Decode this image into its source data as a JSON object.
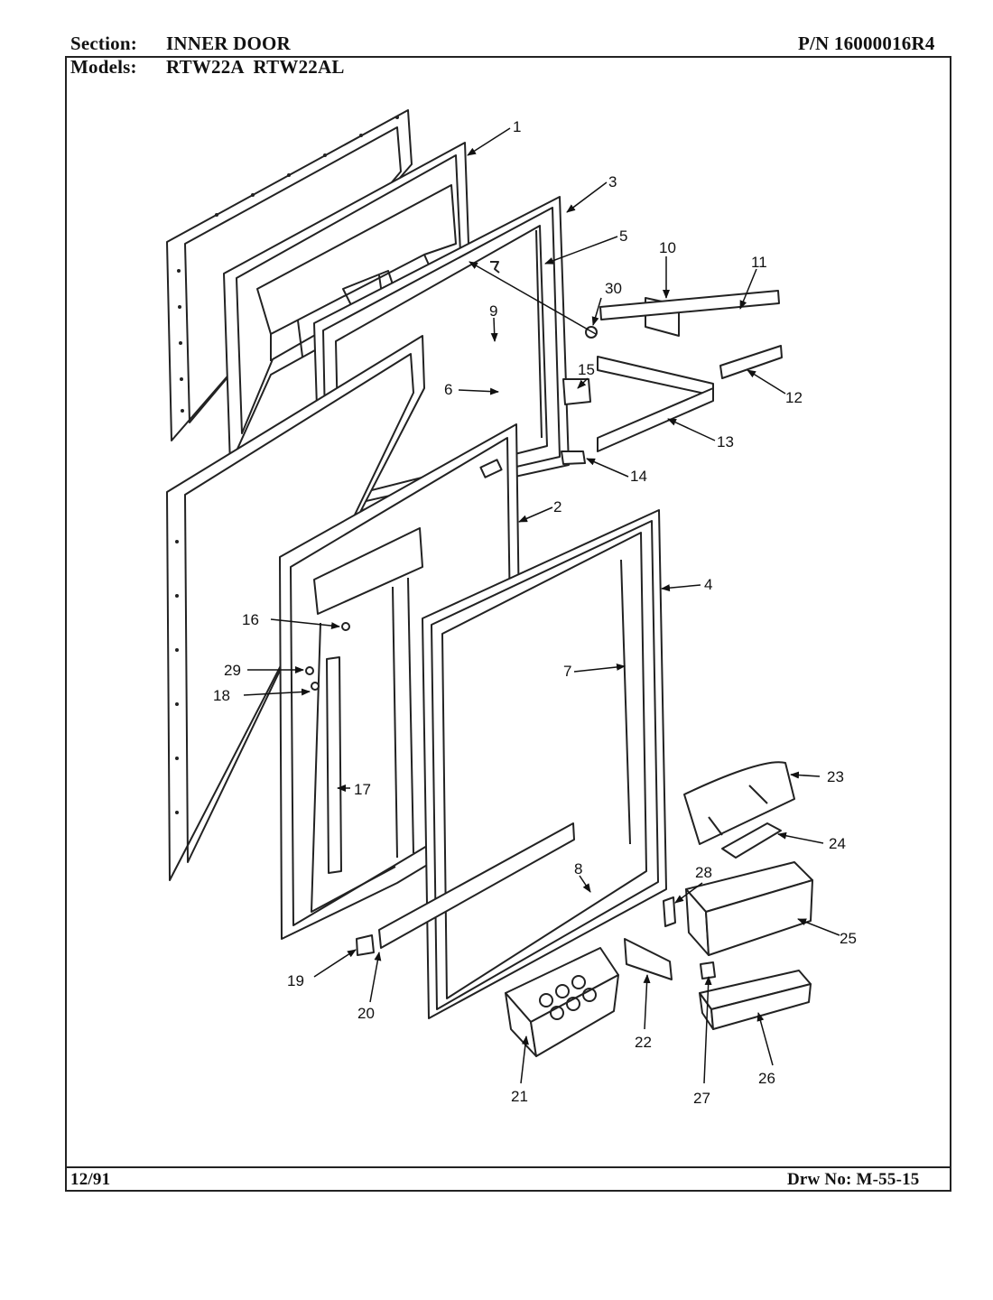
{
  "header": {
    "section_label": "Section:",
    "section_value": "INNER DOOR",
    "part_number": "P/N 16000016R4",
    "models_label": "Models:",
    "models_value": "RTW22A  RTW22AL"
  },
  "footer": {
    "date": "12/91",
    "drawing_number": "Drw No: M-55-15"
  },
  "callouts": [
    "1",
    "2",
    "3",
    "4",
    "5",
    "6",
    "7",
    "8",
    "9",
    "10",
    "11",
    "12",
    "13",
    "14",
    "15",
    "16",
    "17",
    "18",
    "19",
    "20",
    "21",
    "22",
    "23",
    "24",
    "25",
    "26",
    "27",
    "28",
    "29",
    "30"
  ]
}
